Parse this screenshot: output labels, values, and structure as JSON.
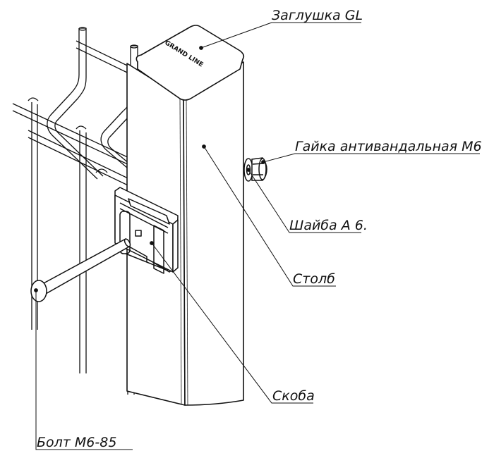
{
  "labels": {
    "cap": "Заглушка GL",
    "nut": "Гайка антивандальная М6",
    "washer": "Шайба А 6.",
    "post": "Столб",
    "bracket": "Скоба",
    "bolt": "Болт М6-85"
  },
  "cap_logo": "GRAND LINE"
}
